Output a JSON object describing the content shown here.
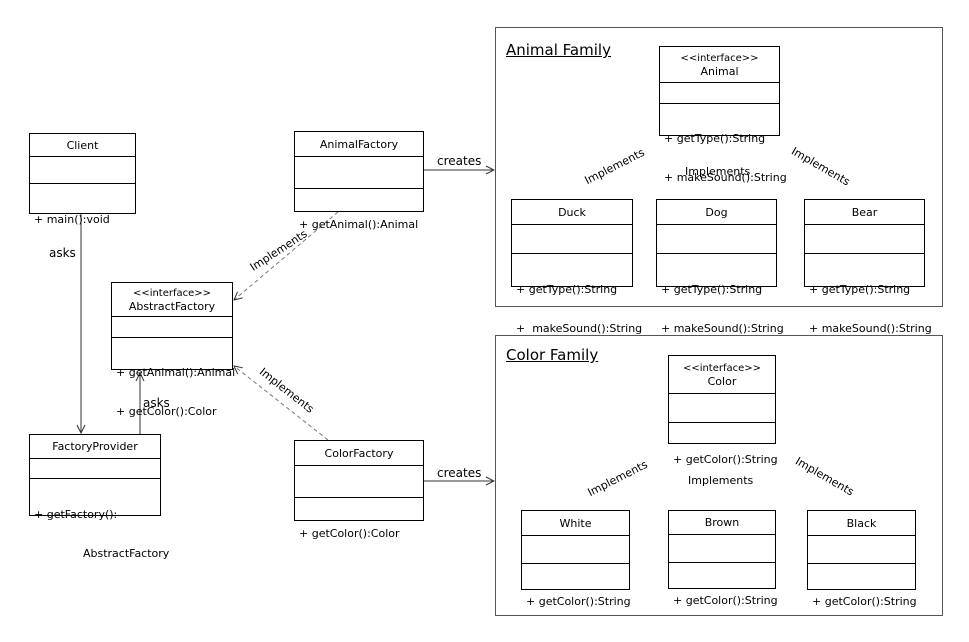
{
  "families": {
    "animal": {
      "title": "Animal Family"
    },
    "color": {
      "title": "Color Family"
    }
  },
  "classes": {
    "client": {
      "name": "Client",
      "ops": [
        "+ main():void"
      ]
    },
    "animal_factory": {
      "name": "AnimalFactory",
      "ops": [
        "+ getAnimal():Animal"
      ]
    },
    "abstract_factory": {
      "stereotype": "<<interface>>",
      "name": "AbstractFactory",
      "ops": [
        "+ getAnimal():Animal",
        "+ getColor():Color"
      ]
    },
    "factory_provider": {
      "name": "FactoryProvider",
      "ops": [
        "+ getFactory():",
        "              AbstractFactory"
      ]
    },
    "color_factory": {
      "name": "ColorFactory",
      "ops": [
        "+ getColor():Color"
      ]
    },
    "animal": {
      "stereotype": "<<interface>>",
      "name": "Animal",
      "ops": [
        "+ getType():String",
        "+ makeSound():String"
      ]
    },
    "duck": {
      "name": "Duck",
      "ops": [
        "+ getType():String",
        "+  makeSound():String"
      ]
    },
    "dog": {
      "name": "Dog",
      "ops": [
        "+ getType():String",
        "+ makeSound():String"
      ]
    },
    "bear": {
      "name": "Bear",
      "ops": [
        "+ getType():String",
        "+ makeSound():String"
      ]
    },
    "color": {
      "stereotype": "<<interface>>",
      "name": "Color",
      "ops": [
        "+ getColor():String"
      ]
    },
    "white": {
      "name": "White",
      "ops": [
        "+ getColor():String"
      ]
    },
    "brown": {
      "name": "Brown",
      "ops": [
        "+ getColor():String"
      ]
    },
    "black": {
      "name": "Black",
      "ops": [
        "+ getColor():String"
      ]
    }
  },
  "relations": {
    "asks": "asks",
    "creates": "creates",
    "implements": "Implements"
  }
}
